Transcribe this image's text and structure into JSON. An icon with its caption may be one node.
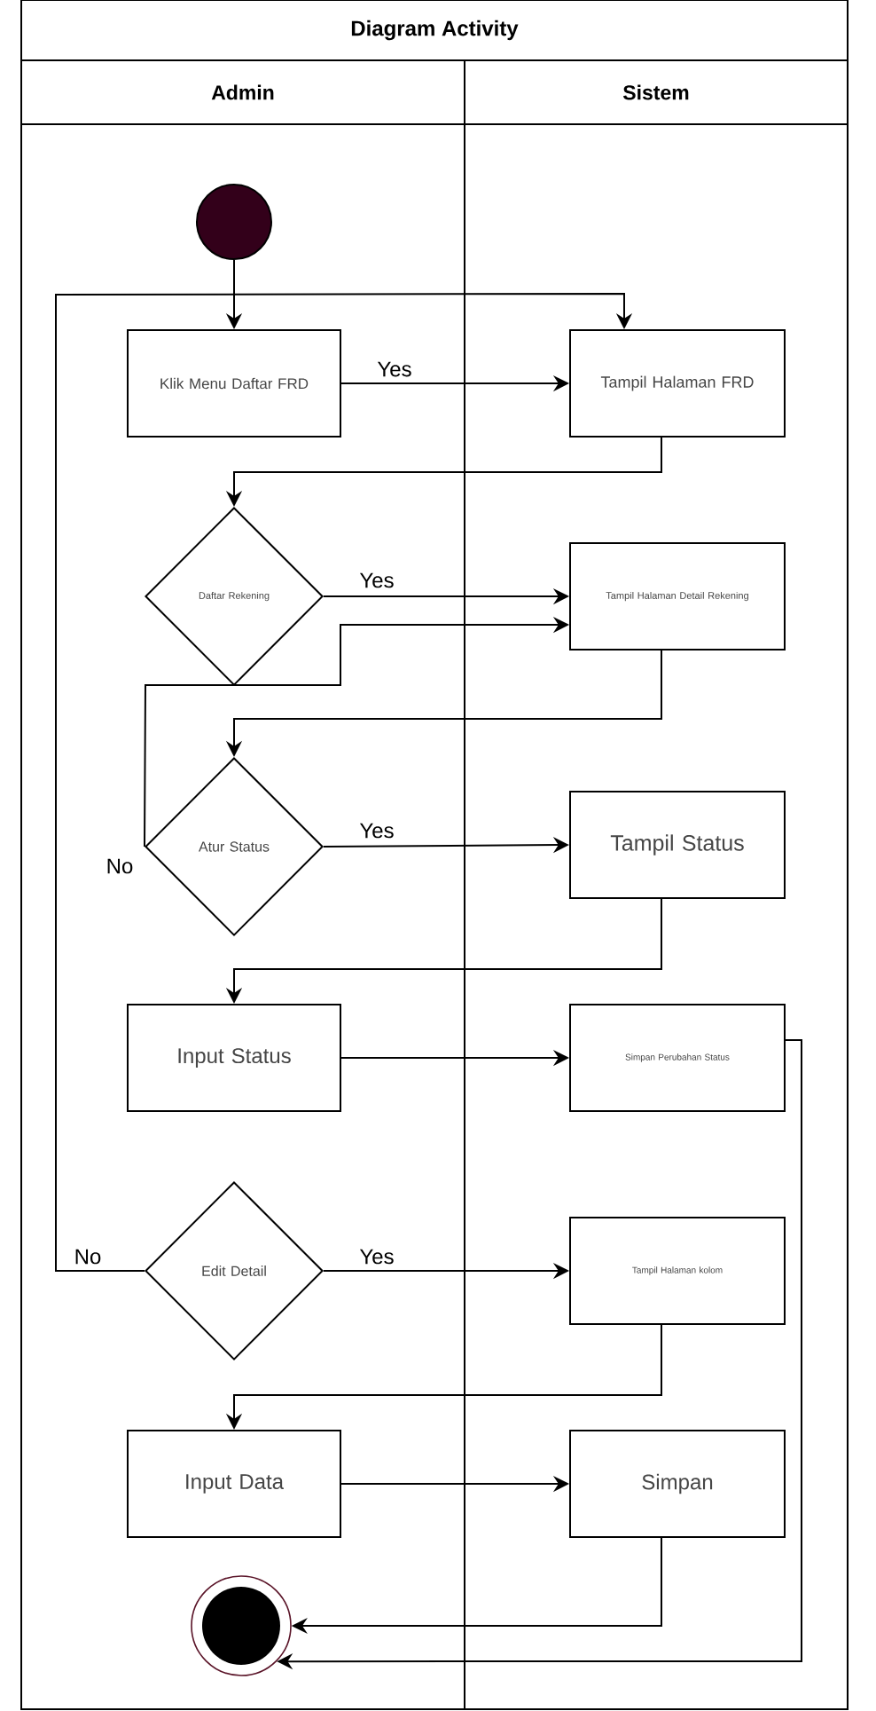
{
  "diagram": {
    "nodes": [
      {
        "text": [
          "Diagram Activity"
        ]
      },
      {
        "text": [
          "Admin"
        ],
        "in": 0
      },
      {
        "text": [
          "Sistem"
        ],
        "in": 0
      },
      {
        "text": [],
        "shape": "circle",
        "in": 1
      },
      {
        "text": [
          "Klik Menu Daftar FRD"
        ],
        "in": 1
      },
      {
        "text": [
          "Tampil Halaman FRD"
        ],
        "in": 2
      },
      {
        "text": [
          "Daftar Rekening"
        ],
        "in": 1
      },
      {
        "text": [
          "Tampil Halaman Detail Rekening"
        ],
        "in": 2
      },
      {
        "text": [
          "Atur Status"
        ],
        "in": 1
      },
      {
        "text": [
          "Tampil Status"
        ],
        "in": 2
      },
      {
        "text": [
          "Input Status"
        ],
        "in": 1
      },
      {
        "text": [
          "Simpan Perubahan Status"
        ],
        "in": 2
      },
      {
        "text": [
          "Edit Detail"
        ],
        "in": 1
      },
      {
        "text": [
          "Tampil Halaman kolom"
        ],
        "in": 2
      },
      {
        "text": [
          "Input Data"
        ],
        "in": 1
      },
      {
        "text": [
          "Simpan"
        ],
        "in": 2
      },
      {
        "text": [],
        "shape": "circle",
        "in": 1
      }
    ],
    "edges": [
      {
        "from": 3,
        "to": 4,
        "arrow": "to"
      },
      {
        "from": 4,
        "to": 5,
        "arrow": "to",
        "label": "Yes"
      },
      {
        "from": 5,
        "to": 6,
        "arrow": "to"
      },
      {
        "from": 6,
        "to": 7,
        "arrow": "to",
        "label": "Yes"
      },
      {
        "from": 8,
        "to": 7,
        "arrow": "to",
        "label": "No"
      },
      {
        "from": 7,
        "to": 8,
        "arrow": "to"
      },
      {
        "from": 8,
        "to": 9,
        "arrow": "to",
        "label": "Yes"
      },
      {
        "from": 9,
        "to": 10,
        "arrow": "to"
      },
      {
        "from": 10,
        "to": 11,
        "arrow": "to"
      },
      {
        "from": 12,
        "to": 5,
        "arrow": "to",
        "label": "No"
      },
      {
        "from": 12,
        "to": 13,
        "arrow": "to",
        "label": "Yes"
      },
      {
        "from": 13,
        "to": 14,
        "arrow": "to"
      },
      {
        "from": 14,
        "to": 15,
        "arrow": "to"
      },
      {
        "from": 15,
        "to": 16,
        "arrow": "to"
      },
      {
        "from": 11,
        "to": 16,
        "arrow": "to"
      }
    ]
  }
}
